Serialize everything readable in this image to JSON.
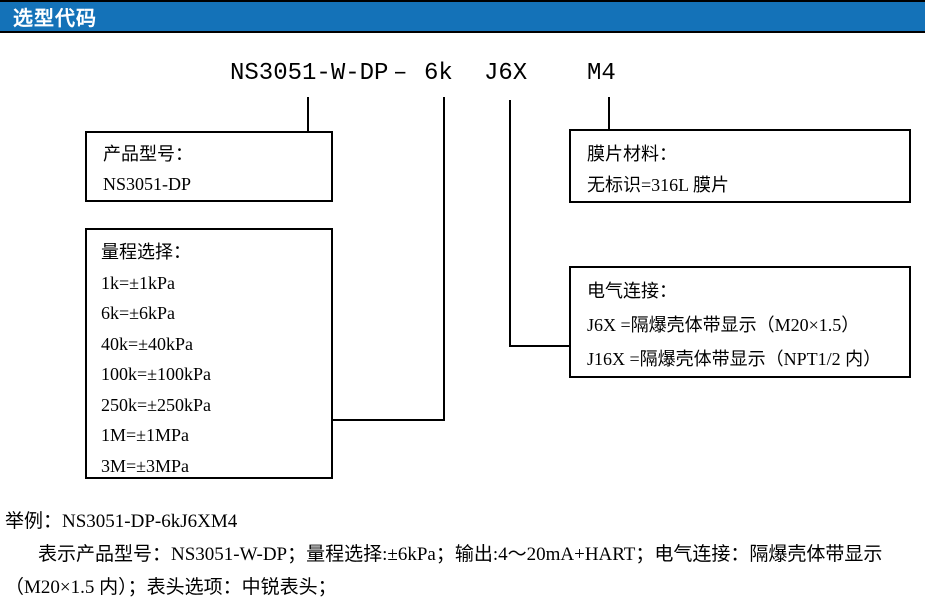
{
  "header": {
    "title": "选型代码",
    "bar_color": "#1472b8"
  },
  "code_line": {
    "model": "NS3051-W-DP",
    "separator": "–",
    "range_code": "6k",
    "electrical_code": "J6X",
    "display_code": "M4"
  },
  "boxes": {
    "product": {
      "lines": [
        "产品型号：",
        "NS3051-DP"
      ]
    },
    "range": {
      "lines": [
        "量程选择：",
        "1k=±1kPa",
        "6k=±6kPa",
        "40k=±40kPa",
        "100k=±100kPa",
        "250k=±250kPa",
        "1M=±1MPa",
        "3M=±3MPa"
      ]
    },
    "diaphragm": {
      "lines": [
        "膜片材料：",
        "无标识=316L 膜片"
      ]
    },
    "electrical": {
      "lines": [
        "电气连接：",
        "J6X =隔爆壳体带显示（M20×1.5）",
        "J16X =隔爆壳体带显示（NPT1/2 内）"
      ]
    }
  },
  "example": {
    "line1": "举例：NS3051-DP-6kJ6XM4",
    "line2": "表示产品型号：NS3051-W-DP；量程选择:±6kPa；输出:4～20mA+HART；电气连接：隔爆壳体带显示",
    "line3": "（M20×1.5 内）；表头选项：中锐表头；"
  }
}
